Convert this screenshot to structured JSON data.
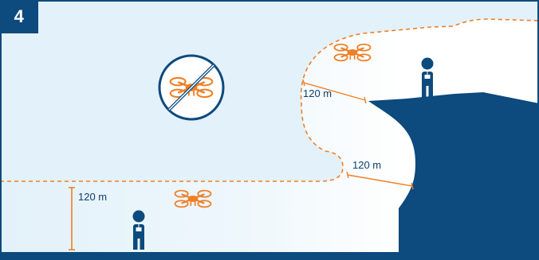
{
  "panel": {
    "step_number": "4"
  },
  "labels": {
    "ground_height": "120 m",
    "cliff_upper_distance": "120 m",
    "cliff_lower_distance": "120 m"
  },
  "icons": {
    "no_drone": "no-drone-prohibited-icon",
    "drone": "drone-icon",
    "person": "person-with-controller-icon"
  },
  "colors": {
    "navy": "#0d4a7d",
    "sky": "#e3f1fa",
    "orange": "#f07f25",
    "white": "#ffffff"
  }
}
